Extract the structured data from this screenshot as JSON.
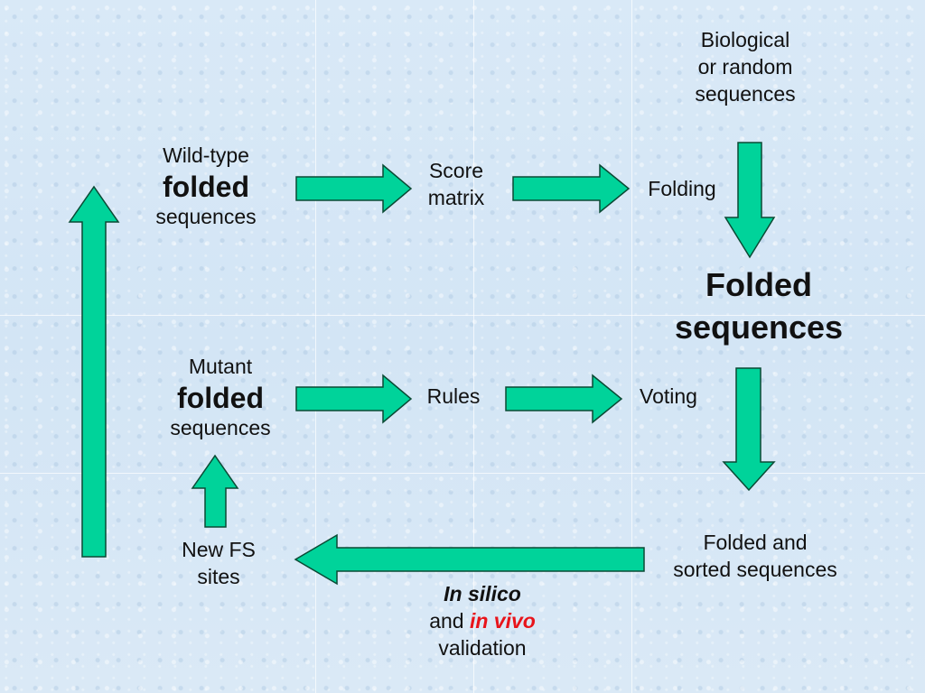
{
  "nodes": {
    "biological": {
      "line1": "Biological",
      "line2": "or random",
      "line3": "sequences"
    },
    "wild_type": {
      "line1": "Wild-type",
      "line2": "folded",
      "line3": "sequences"
    },
    "score_matrix": {
      "line1": "Score",
      "line2": "matrix"
    },
    "folding": "Folding",
    "folded_sequences": {
      "line1": "Folded",
      "line2": "sequences"
    },
    "mutant": {
      "line1": "Mutant",
      "line2": "folded",
      "line3": "sequences"
    },
    "rules": "Rules",
    "voting": "Voting",
    "folded_sorted": {
      "line1": "Folded and",
      "line2": "sorted sequences"
    },
    "new_fs": {
      "line1": "New FS",
      "line2": "sites"
    },
    "validation": {
      "in_silico": "In silico",
      "and": "and",
      "in_vivo": "in vivo",
      "validation": "validation"
    }
  },
  "colors": {
    "arrow_fill": "#00d39a",
    "arrow_stroke": "#0b4a35",
    "highlight": "#e8141b",
    "background": "#dbeaf7"
  }
}
